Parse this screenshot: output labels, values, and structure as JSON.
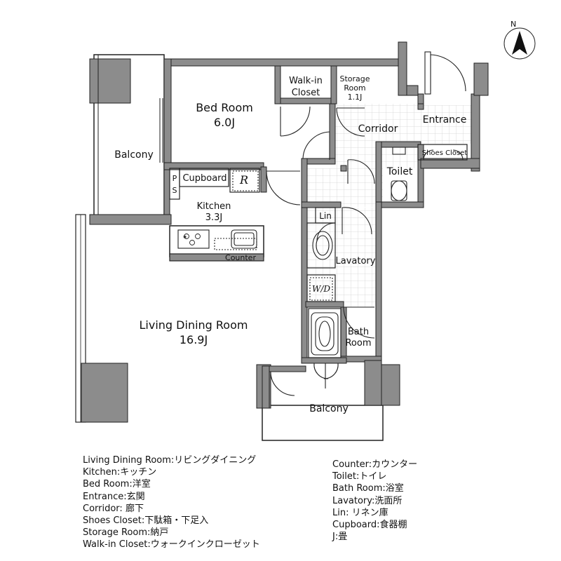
{
  "compass": {
    "letter": "N"
  },
  "rooms": {
    "bedroom": {
      "name": "Bed Room",
      "size": "6.0J"
    },
    "walkin": {
      "line1": "Walk-in",
      "line2": "Closet"
    },
    "storage": {
      "line1": "Storage",
      "line2": "Room",
      "size": "1.1J"
    },
    "corridor": {
      "name": "Corridor"
    },
    "entrance": {
      "name": "Entrance"
    },
    "shoes": {
      "name": "Shoes Closet"
    },
    "toilet": {
      "name": "Toilet"
    },
    "balcony_top": {
      "name": "Balcony"
    },
    "ps": {
      "line1": "P",
      "line2": "S"
    },
    "cupboard": {
      "name": "Cupboard"
    },
    "fridge": {
      "name": "R"
    },
    "kitchen": {
      "name": "Kitchen",
      "size": "3.3J"
    },
    "counter": {
      "name": "Counter"
    },
    "lin": {
      "name": "Lin"
    },
    "lavatory": {
      "name": "Lavatory"
    },
    "wd": {
      "name": "W/D"
    },
    "bath": {
      "line1": "Bath",
      "line2": "Room"
    },
    "living": {
      "name": "Living Dining Room",
      "size": "16.9J"
    },
    "balcony_bottom": {
      "name": "Balcony"
    }
  },
  "legend_left": [
    "Living Dining Room:リビングダイニング",
    "Kitchen:キッチン",
    "Bed Room:洋室",
    "Entrance:玄関",
    "Corridor: 廊下",
    "Shoes Closet:下駄箱・下足入",
    "Storage Room:納戸",
    "Walk-in Closet:ウォークインクローゼット"
  ],
  "legend_right": [
    "Counter:カウンター",
    "Toilet:トイレ",
    "Bath Room:浴室",
    "Lavatory:洗面所",
    "Lin: リネン庫",
    "Cupboard:食器棚",
    "J:畳"
  ]
}
